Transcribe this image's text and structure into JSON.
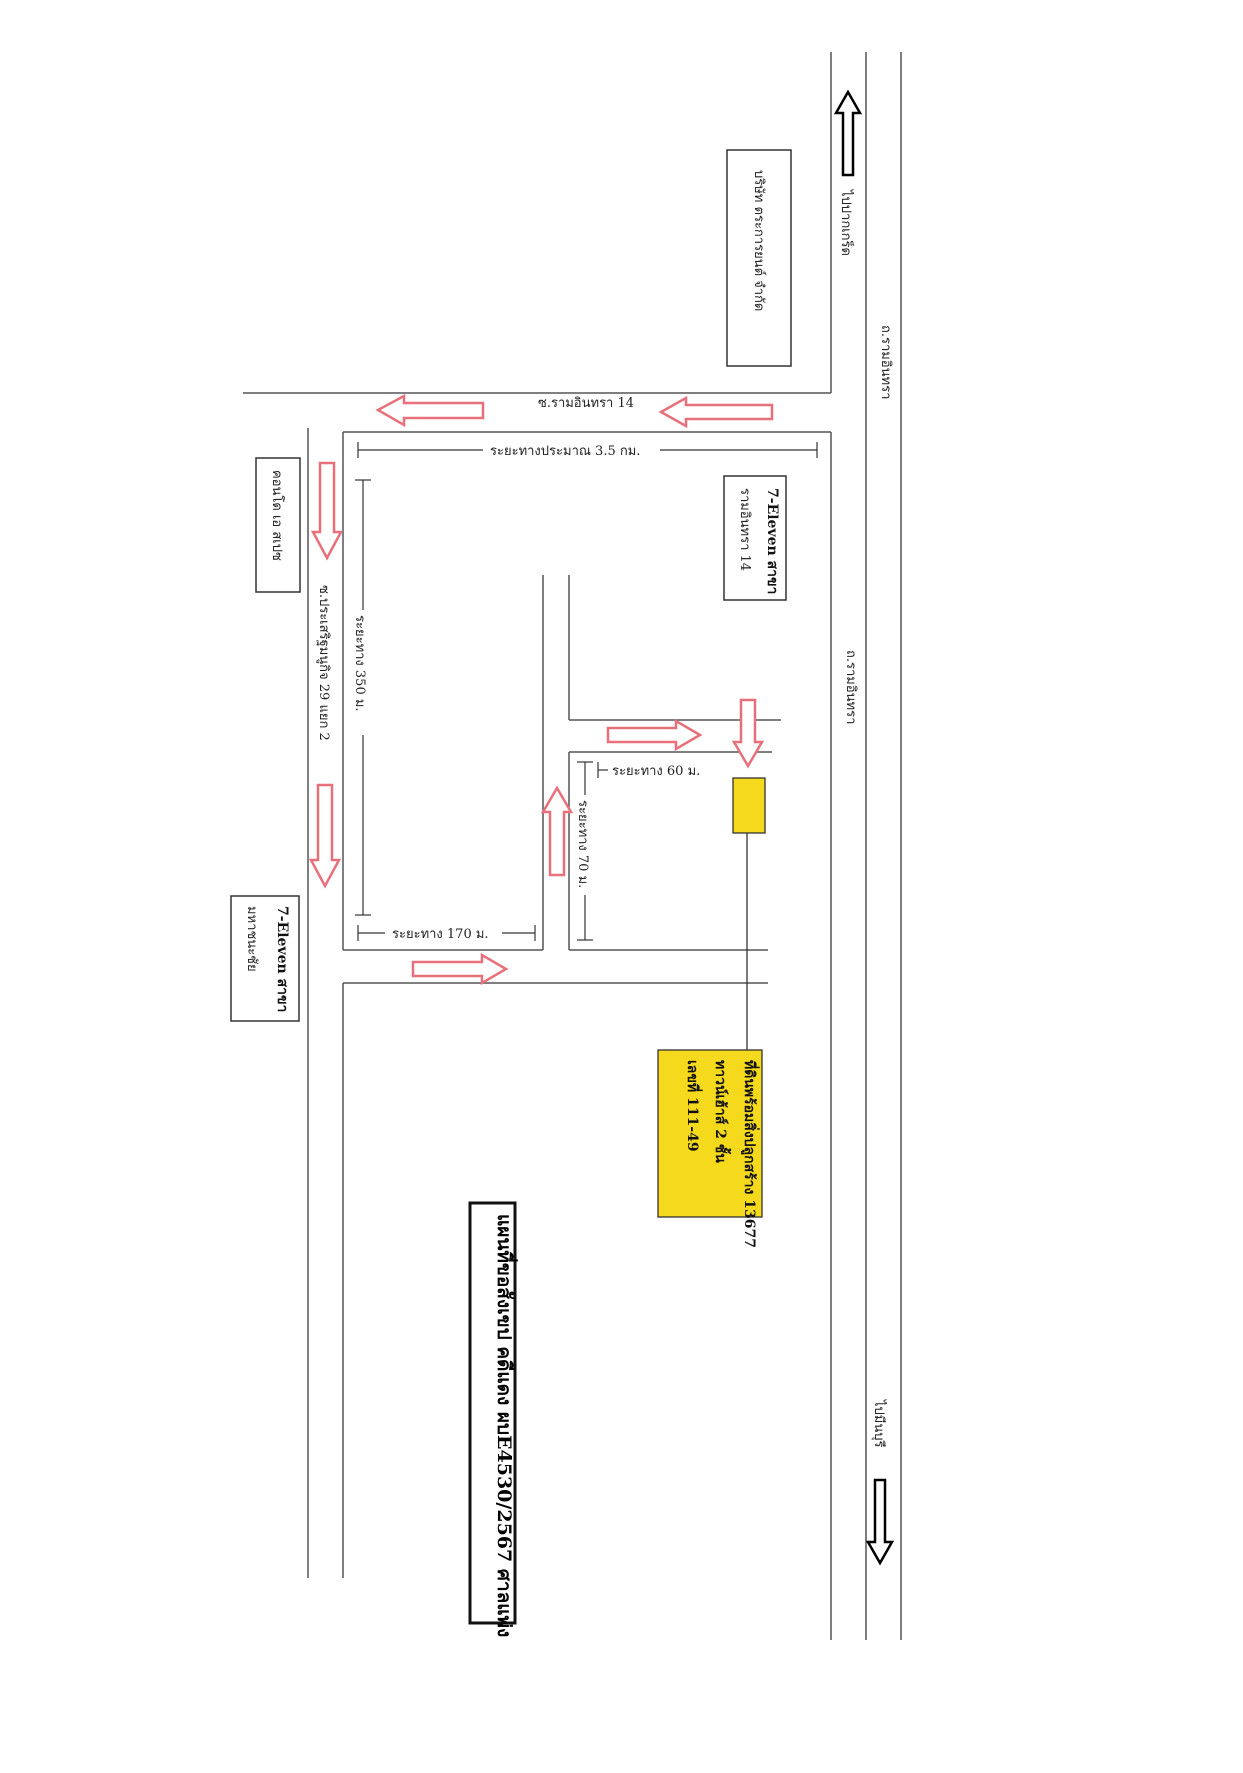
{
  "map": {
    "direction_north": "ไปปากเกร็ด",
    "direction_south": "ไปมีนบุรี",
    "main_road_top": "ถ.รามอินทรา",
    "main_road_middle": "ถ.รามอินทรา",
    "soi_14": "ซ.รามอินทรา 14",
    "soi_29": "ซ.ประเสริฐมนูกิจ 29 แยก 2",
    "company_box": "บริษัท ตระการยนต์ จำกัด",
    "store_14": {
      "line1": "7-Eleven สาขา",
      "line2": "รามอินทรา 14"
    },
    "store_bottom": {
      "line1": "7-Eleven สาขา",
      "line2": "มหาชนะชัย"
    },
    "condo_box": "คอนโด เอ สเปซ",
    "distance_3_5km": "ระยะทางประมาณ 3.5 กม.",
    "distance_350m": "ระยะทาง 350 ม.",
    "distance_170m": "ระยะทาง 170 ม.",
    "distance_70m": "ระยะทาง 70 ม.",
    "distance_60m": "ระยะทาง 60 ม.",
    "property_box": {
      "line1": "ที่ดินพร้อมสิ่งปลูกสร้าง 13677",
      "line2": "ทาวน์เฮ้าส์ 2 ชั้น",
      "line3": "เลขที่ 111-49"
    },
    "title": "แผนที่ขอสังเขป คดีแดง ผบE4530/2567 ศาลแพ่ง",
    "colors": {
      "arrow": "#e8707a",
      "highlight": "#f5d91c",
      "line": "#444444"
    }
  }
}
